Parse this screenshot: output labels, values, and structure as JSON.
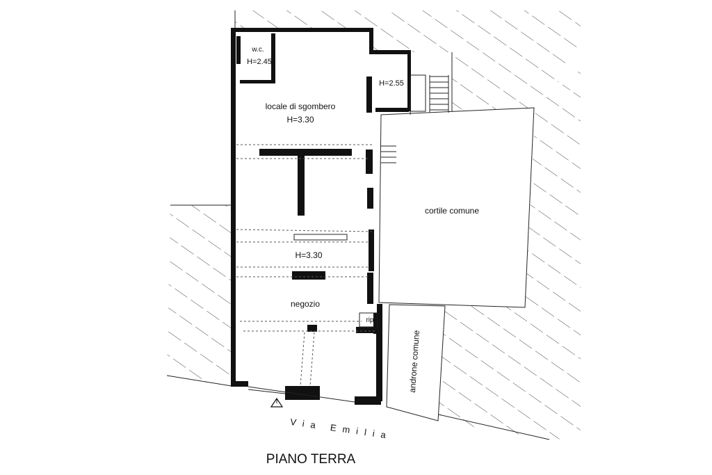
{
  "rooms": {
    "wc": {
      "name": "w.c.",
      "height": "H=2.45"
    },
    "storage_small": {
      "height": "H=2.55"
    },
    "storage": {
      "name": "locale di sgombero",
      "height": "H=3.30"
    },
    "middle": {
      "height": "H=3.30"
    },
    "shop": {
      "name": "negozio"
    },
    "closet": {
      "name": "rip"
    }
  },
  "areas": {
    "courtyard": "cortile comune",
    "passage": "androne comune"
  },
  "street": "Via Emilia",
  "floor_title": "PIANO TERRA"
}
